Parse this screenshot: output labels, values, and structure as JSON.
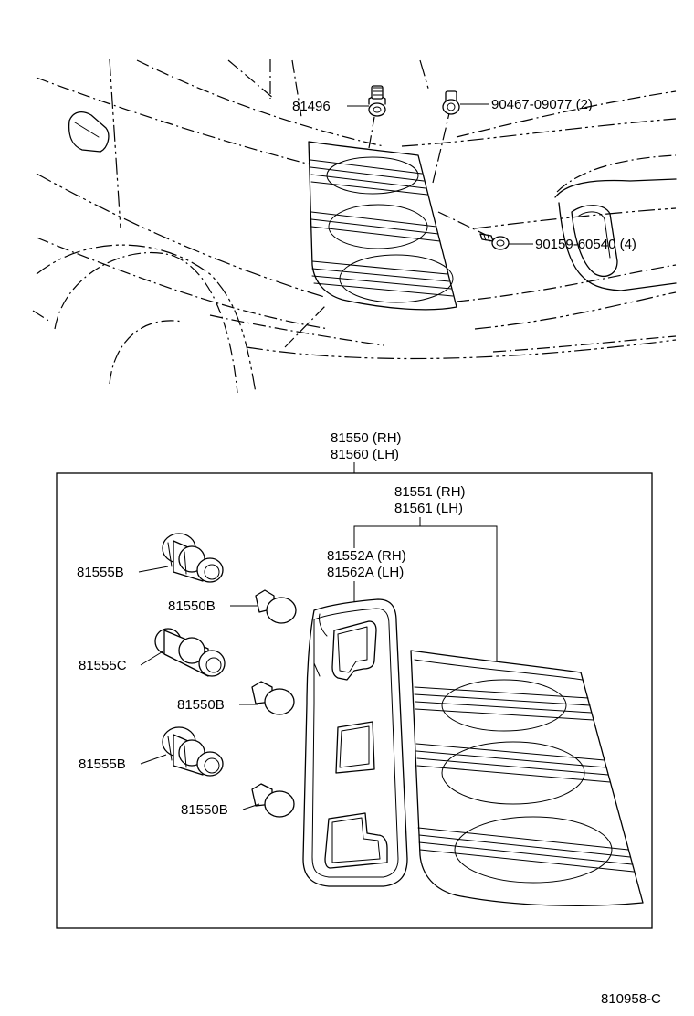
{
  "labels": {
    "p81496": "81496",
    "p90467": "90467-09077 (2)",
    "p90159": "90159-60540 (4)",
    "assy_rh": "81550 (RH)",
    "assy_lh": "81560 (LH)",
    "lens_rh": "81551 (RH)",
    "lens_lh": "81561 (LH)",
    "gasket_rh": "81552A (RH)",
    "gasket_lh": "81562A (LH)",
    "socket_b1": "81555B",
    "bulb_1": "81550B",
    "socket_c": "81555C",
    "bulb_2": "81550B",
    "socket_b2": "81555B",
    "bulb_3": "81550B",
    "figure_code": "810958-C"
  }
}
